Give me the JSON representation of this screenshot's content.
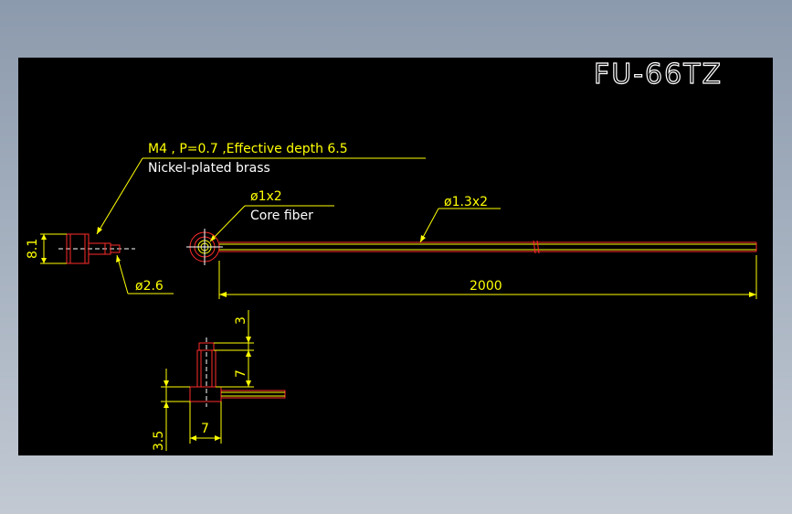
{
  "title": "FU-66TZ",
  "labels": {
    "thread_spec": "M4 , P=0.7 ,Effective depth 6.5",
    "material": "Nickel-plated brass",
    "core_diameter": "ø1x2",
    "core_label": "Core fiber",
    "sheath_diameter": "ø1.3x2",
    "tip_diameter": "ø2.6",
    "length": "2000",
    "head_height": "8.1",
    "dim_3": "3",
    "dim_7_vertical": "7",
    "dim_7_horizontal": "7",
    "dim_3_5": "3.5"
  },
  "colors": {
    "background": "#000000",
    "dimension": "#ffff00",
    "outline": "#ff2b2b",
    "title": "#ffffff"
  }
}
